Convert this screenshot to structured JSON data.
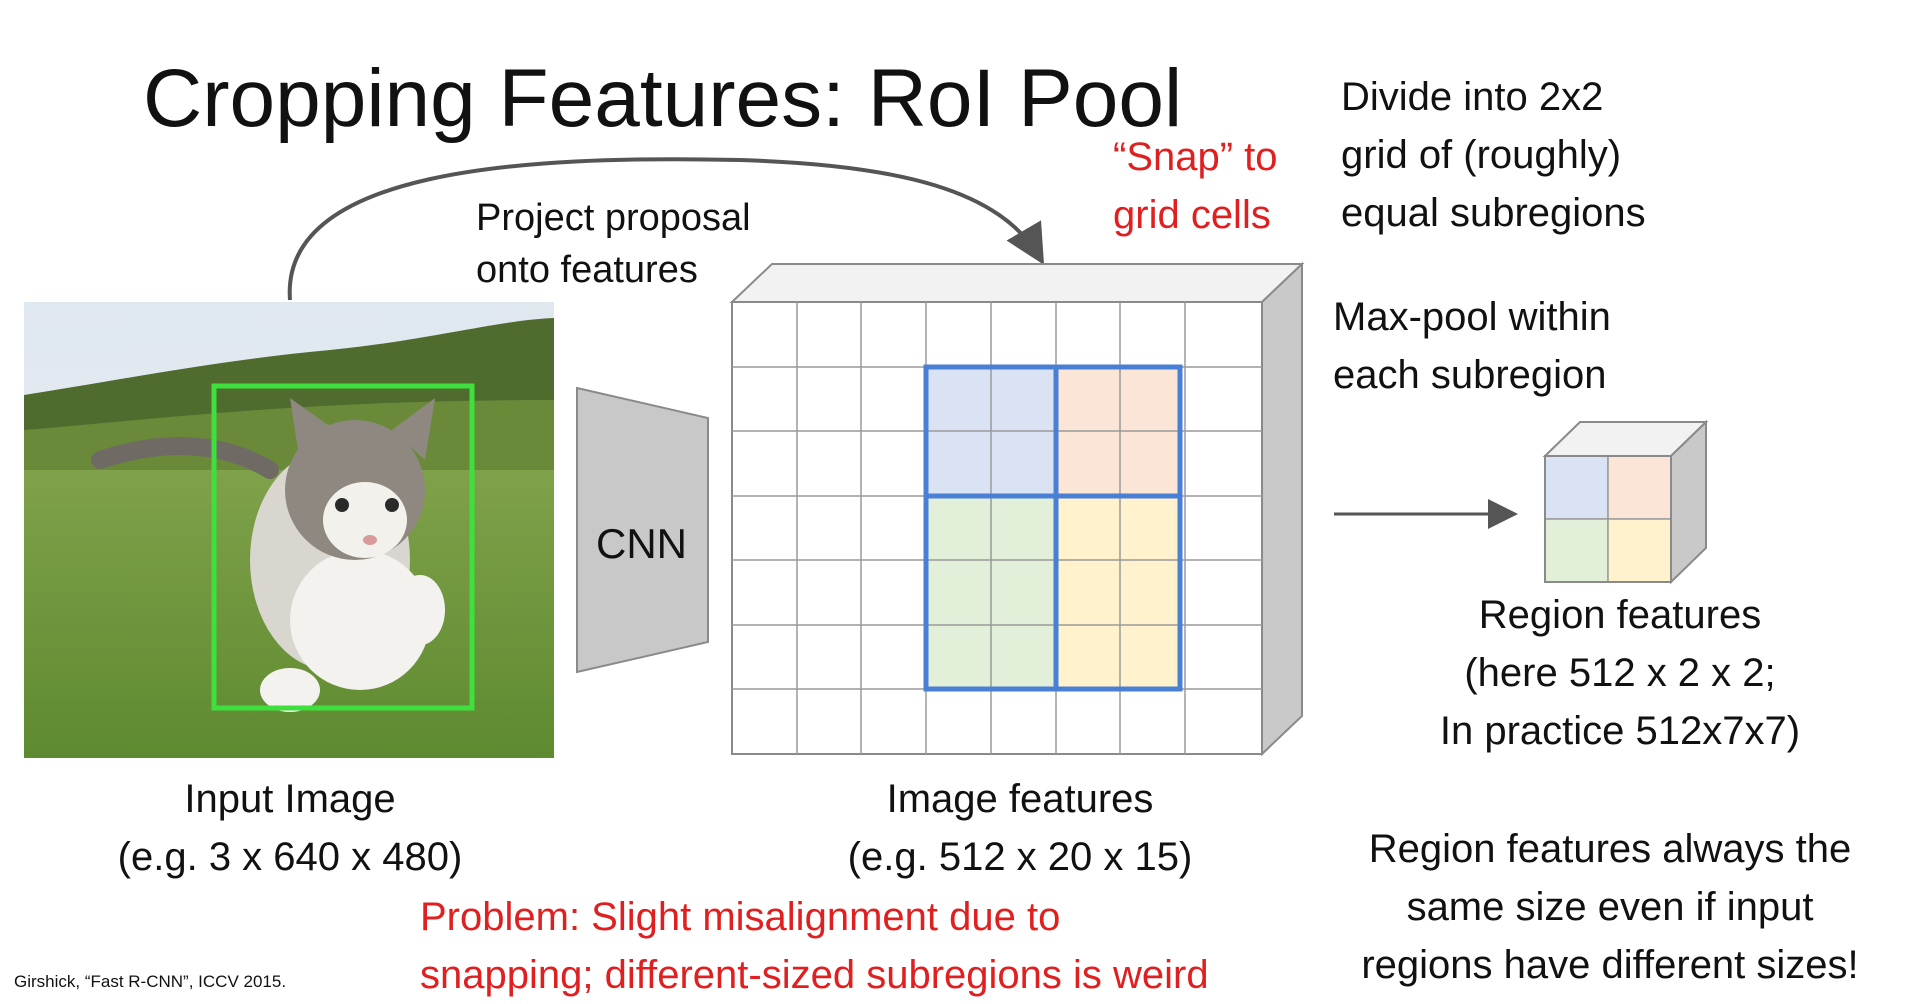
{
  "title": "Cropping Features: RoI Pool",
  "labels": {
    "project_line1": "Project proposal",
    "project_line2": "onto features",
    "snap_line1": "“Snap” to",
    "snap_line2": "grid cells",
    "divide_line1": "Divide into 2x2",
    "divide_line2": "grid of (roughly)",
    "divide_line3": "equal subregions",
    "maxpool_line1": "Max-pool within",
    "maxpool_line2": "each subregion",
    "cnn": "CNN",
    "region_line1": "Region features",
    "region_line2": "(here 512 x 2 x 2;",
    "region_line3": "In practice 512x7x7)",
    "input_line1": "Input Image",
    "input_line2": "(e.g. 3 x 640 x 480)",
    "features_line1": "Image features",
    "features_line2": "(e.g. 512 x 20 x 15)",
    "problem_line1": "Problem: Slight misalignment due to",
    "problem_line2": "snapping; different-sized subregions is weird",
    "always_line1": "Region features always the",
    "always_line2": "same size even if input",
    "always_line3": "regions have different sizes!",
    "citation": "Girshick, “Fast R-CNN”, ICCV 2015."
  },
  "colors": {
    "text": "#111111",
    "red": "#e02020",
    "proposal_box": "#3ee03e",
    "roi_box": "#4a7fd6",
    "sub_blue": "#dae3f3",
    "sub_orange": "#fbe5d6",
    "sub_green": "#e2f0d9",
    "sub_yellow": "#fff2cc",
    "grid_line": "#9a9a9a"
  }
}
